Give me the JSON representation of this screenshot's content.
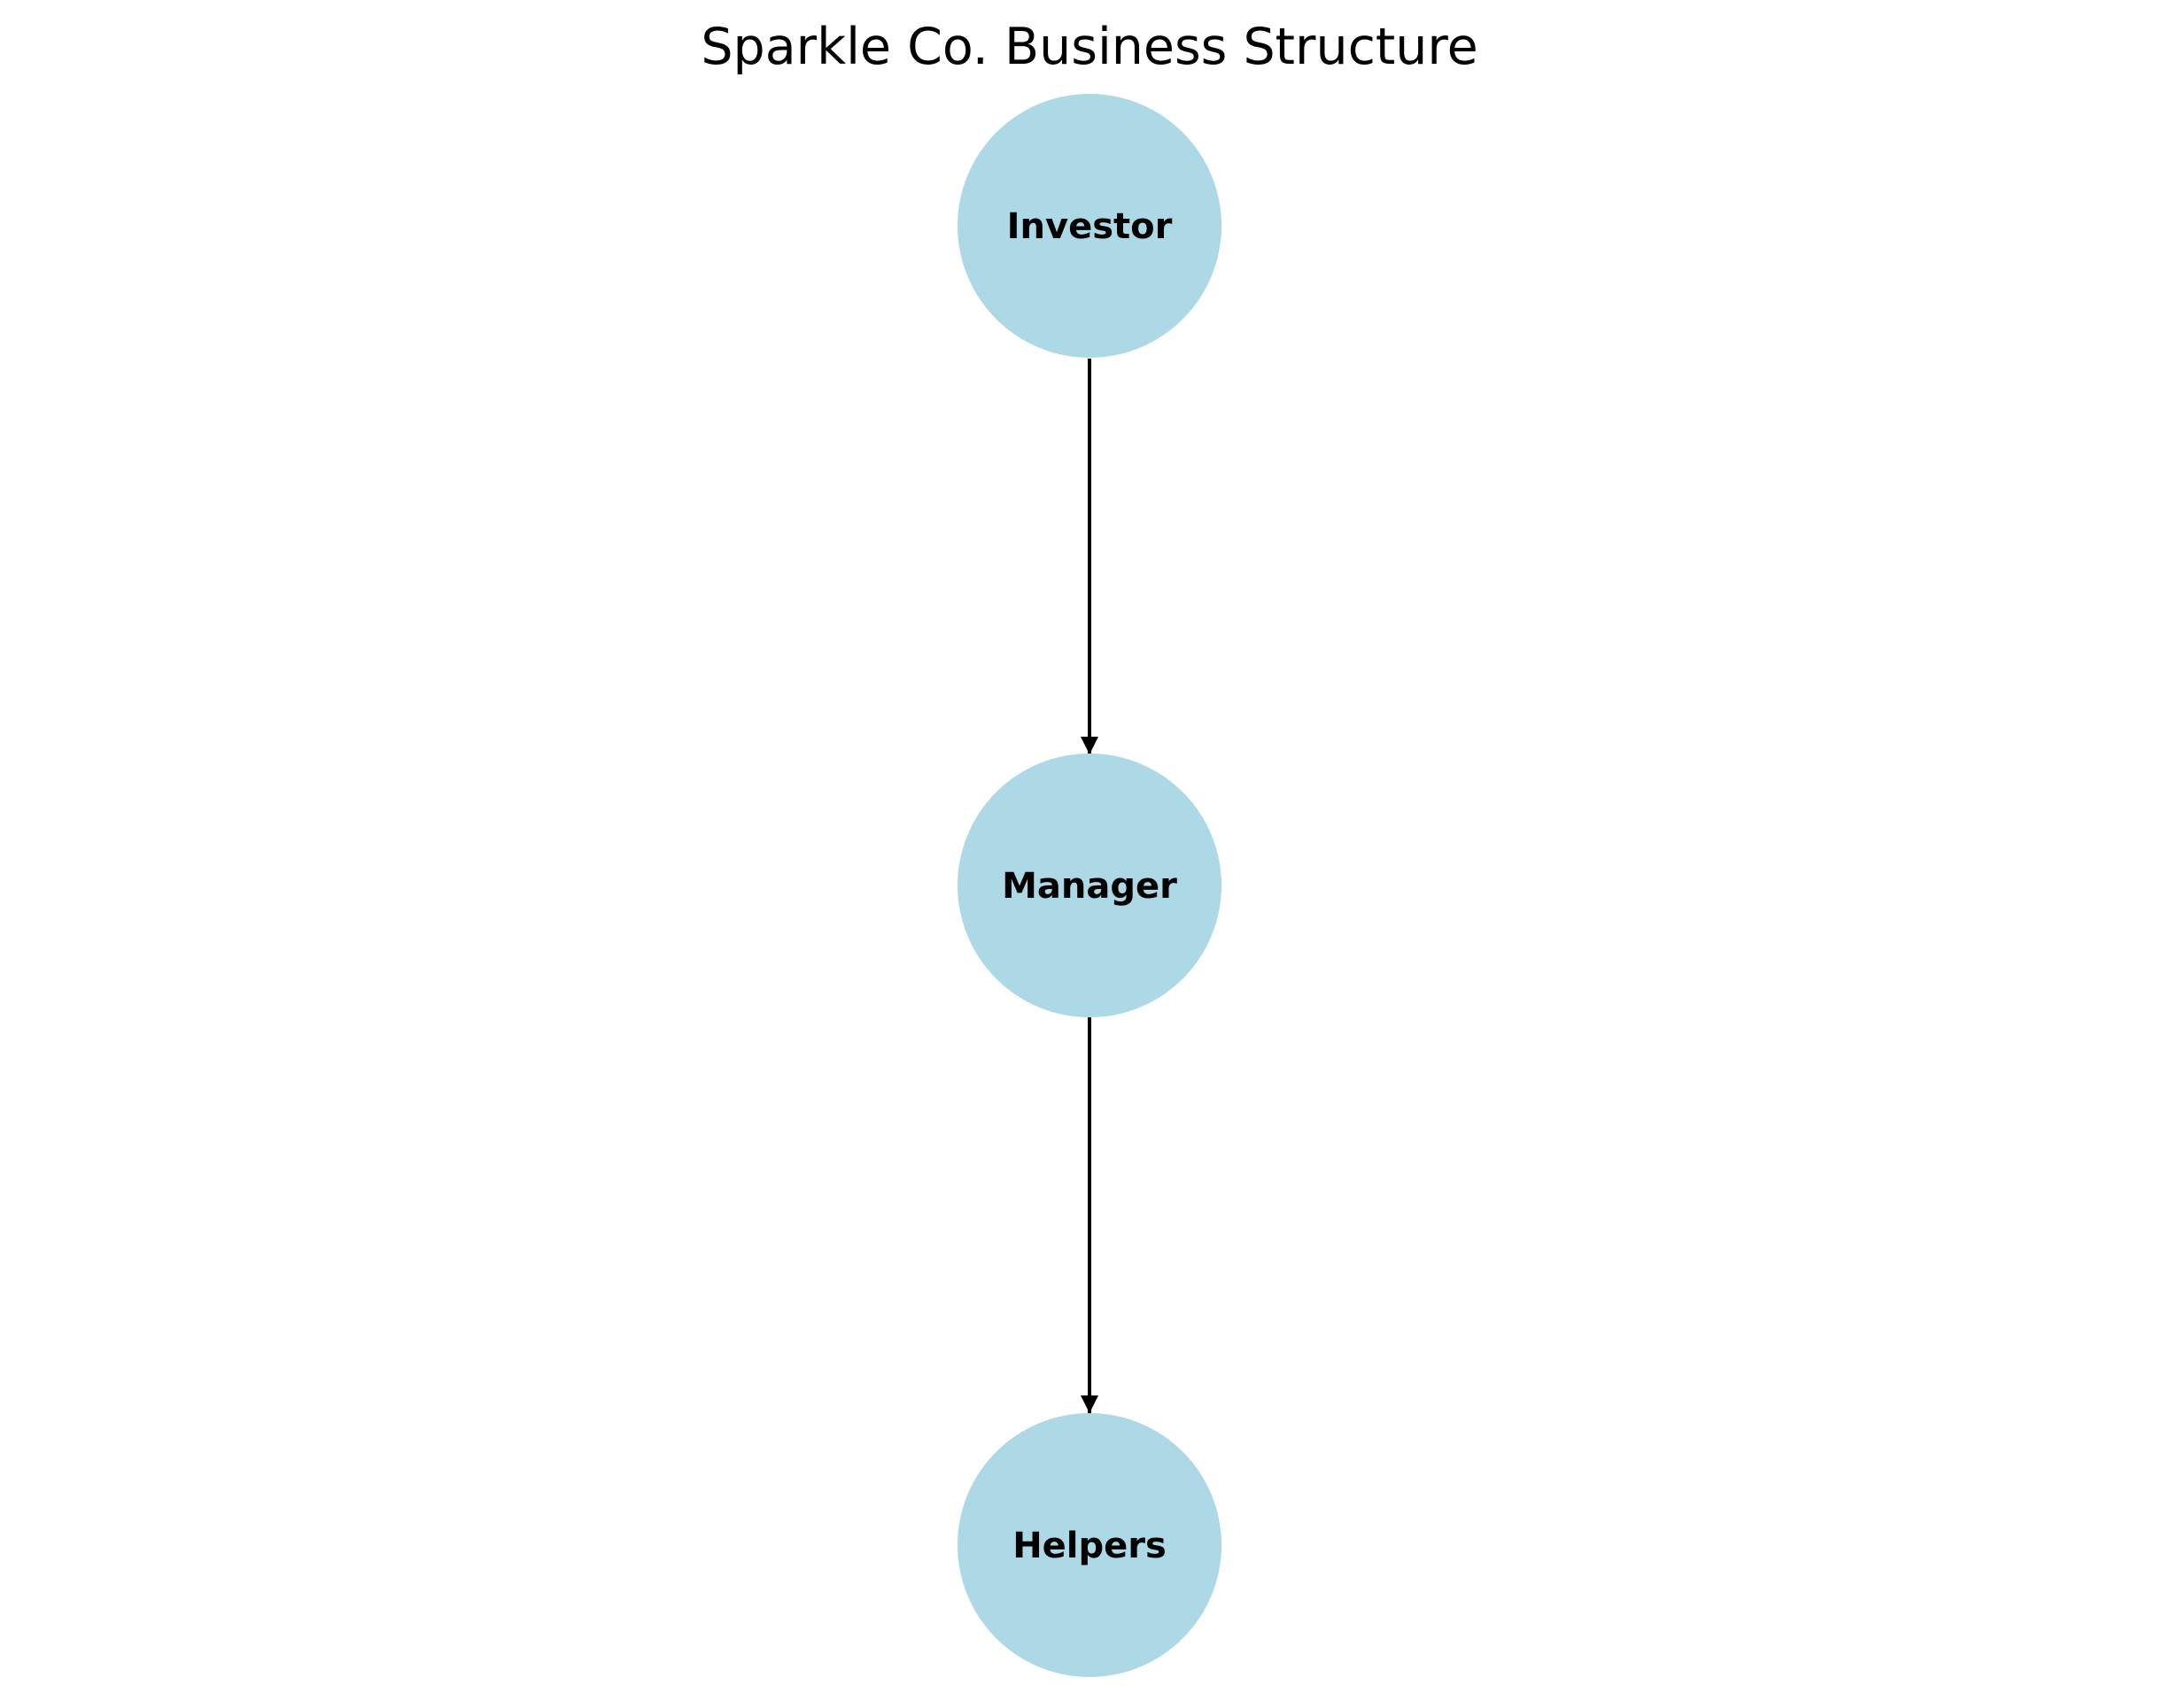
{
  "title": "Sparkle Co. Business Structure",
  "colors": {
    "node_fill": "#add8e6",
    "edge": "#000000",
    "text": "#000000",
    "background": "#ffffff"
  },
  "nodes": [
    {
      "id": "investor",
      "label": "Investor"
    },
    {
      "id": "manager",
      "label": "Manager"
    },
    {
      "id": "helpers",
      "label": "Helpers"
    }
  ],
  "edges": [
    {
      "from": "investor",
      "to": "manager"
    },
    {
      "from": "manager",
      "to": "helpers"
    }
  ]
}
